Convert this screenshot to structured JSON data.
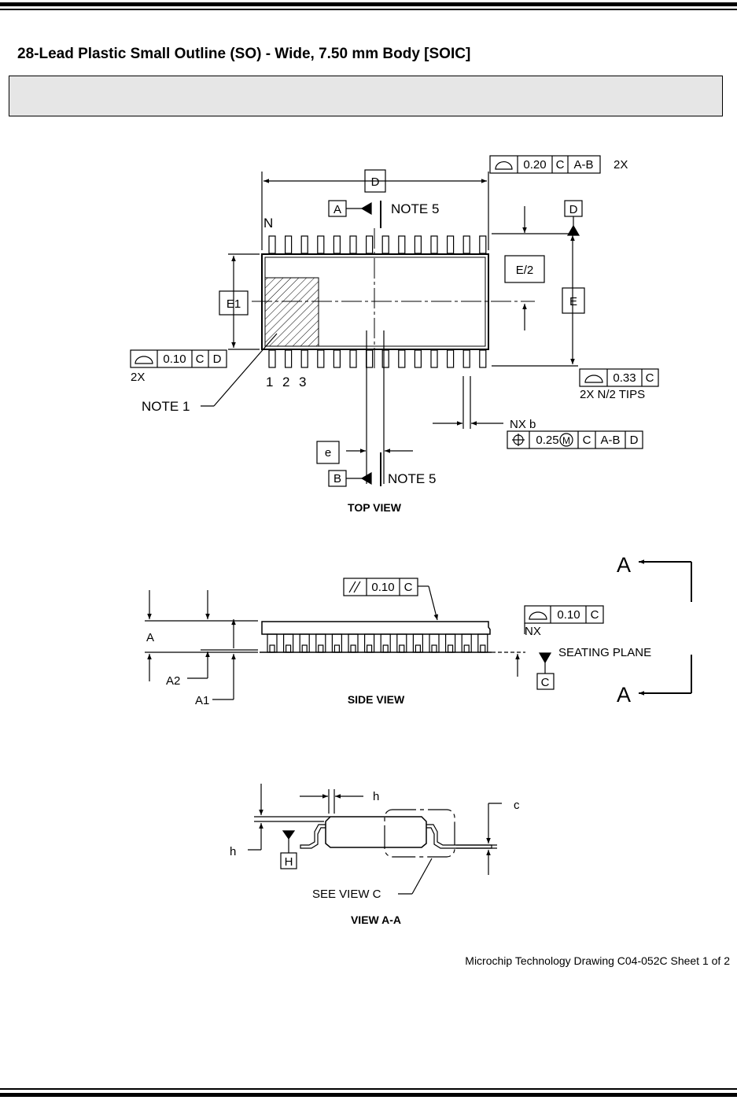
{
  "header": {
    "title": "28-Lead Plastic Small Outline (SO) - Wide,  7.50 mm Body  [SOIC]"
  },
  "top_view": {
    "view_label": "TOP VIEW",
    "pin_n_label": "N",
    "pin_labels": [
      "1",
      "2",
      "3"
    ],
    "datums": {
      "a": "A",
      "b": "B",
      "d": "D"
    },
    "note5_top": "NOTE 5",
    "note5_bottom": "NOTE 5",
    "note1": "NOTE 1",
    "dims": {
      "d": "D",
      "e_half": "E/2",
      "e1": "E1",
      "e": "E",
      "pitch": "e",
      "nxb": "NX b"
    },
    "fcf_top": {
      "value": "0.20",
      "datum1": "C",
      "datum2": "A-B",
      "mult": "2X"
    },
    "fcf_left": {
      "value": "0.10",
      "datum1": "C",
      "datum2": "D",
      "mult": "2X"
    },
    "fcf_right": {
      "value": "0.33",
      "datum1": "C",
      "note": "2X N/2 TIPS"
    },
    "fcf_position": {
      "value": "0.25",
      "modifier": "M",
      "datum1": "C",
      "datum2": "A-B",
      "datum3": "D"
    }
  },
  "side_view": {
    "view_label": "SIDE VIEW",
    "dims": {
      "a": "A",
      "a2": "A2",
      "a1": "A1"
    },
    "fcf_parallel": {
      "value": "0.10",
      "datum": "C"
    },
    "fcf_coplanar": {
      "value": "0.10",
      "datum": "C",
      "mult": "NX"
    },
    "seating_plane": "SEATING PLANE",
    "datum_c": "C",
    "section_top": "A",
    "section_bottom": "A"
  },
  "view_aa": {
    "view_label": "VIEW A-A",
    "h_top": "h",
    "h_left": "h",
    "c_label": "c",
    "datum_h": "H",
    "see_view_c": "SEE VIEW C"
  },
  "footer": {
    "text": "Microchip Technology Drawing C04-052C Sheet 1 of 2"
  }
}
